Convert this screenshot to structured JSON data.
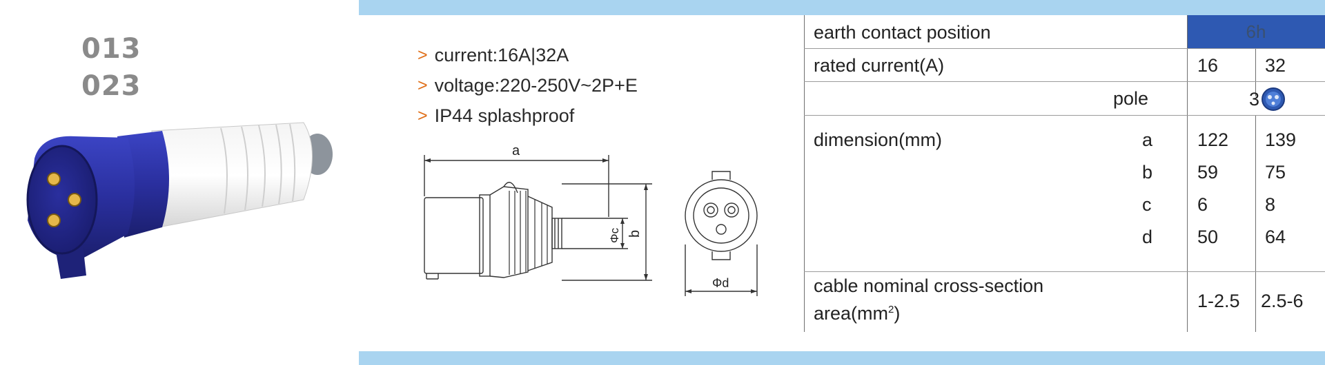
{
  "product": {
    "models": [
      "013",
      "023"
    ]
  },
  "features": [
    "current:16A|32A",
    "voltage:220-250V~2P+E",
    "IP44 splashproof"
  ],
  "feature_marker": ">",
  "drawing": {
    "label_a": "a",
    "label_b": "b",
    "label_c": "Φc",
    "label_d": "Φd"
  },
  "spec_table": {
    "earth_label": "earth contact position",
    "earth_value": "6h",
    "rated_label": "rated current(A)",
    "rated_values": [
      "16",
      "32"
    ],
    "pole_label": "pole",
    "pole_value": "3",
    "dimension_label": "dimension(mm)",
    "dimension_rows": [
      {
        "key": "a",
        "v16": "122",
        "v32": "139"
      },
      {
        "key": "b",
        "v16": "59",
        "v32": "75"
      },
      {
        "key": "c",
        "v16": "6",
        "v32": "8"
      },
      {
        "key": "d",
        "v16": "50",
        "v32": "64"
      }
    ],
    "cable_label_line1": "cable nominal cross-section",
    "cable_label_line2": "area(mm",
    "cable_label_sup": "2",
    "cable_label_close": ")",
    "cable_values": [
      "1-2.5",
      "2.5-6"
    ]
  },
  "colors": {
    "band": "#a9d4f0",
    "header_blue": "#2e59b2",
    "marker_orange": "#e0701a",
    "plug_blue": "#2a2f9e",
    "model_grey": "#8a8a8a"
  }
}
